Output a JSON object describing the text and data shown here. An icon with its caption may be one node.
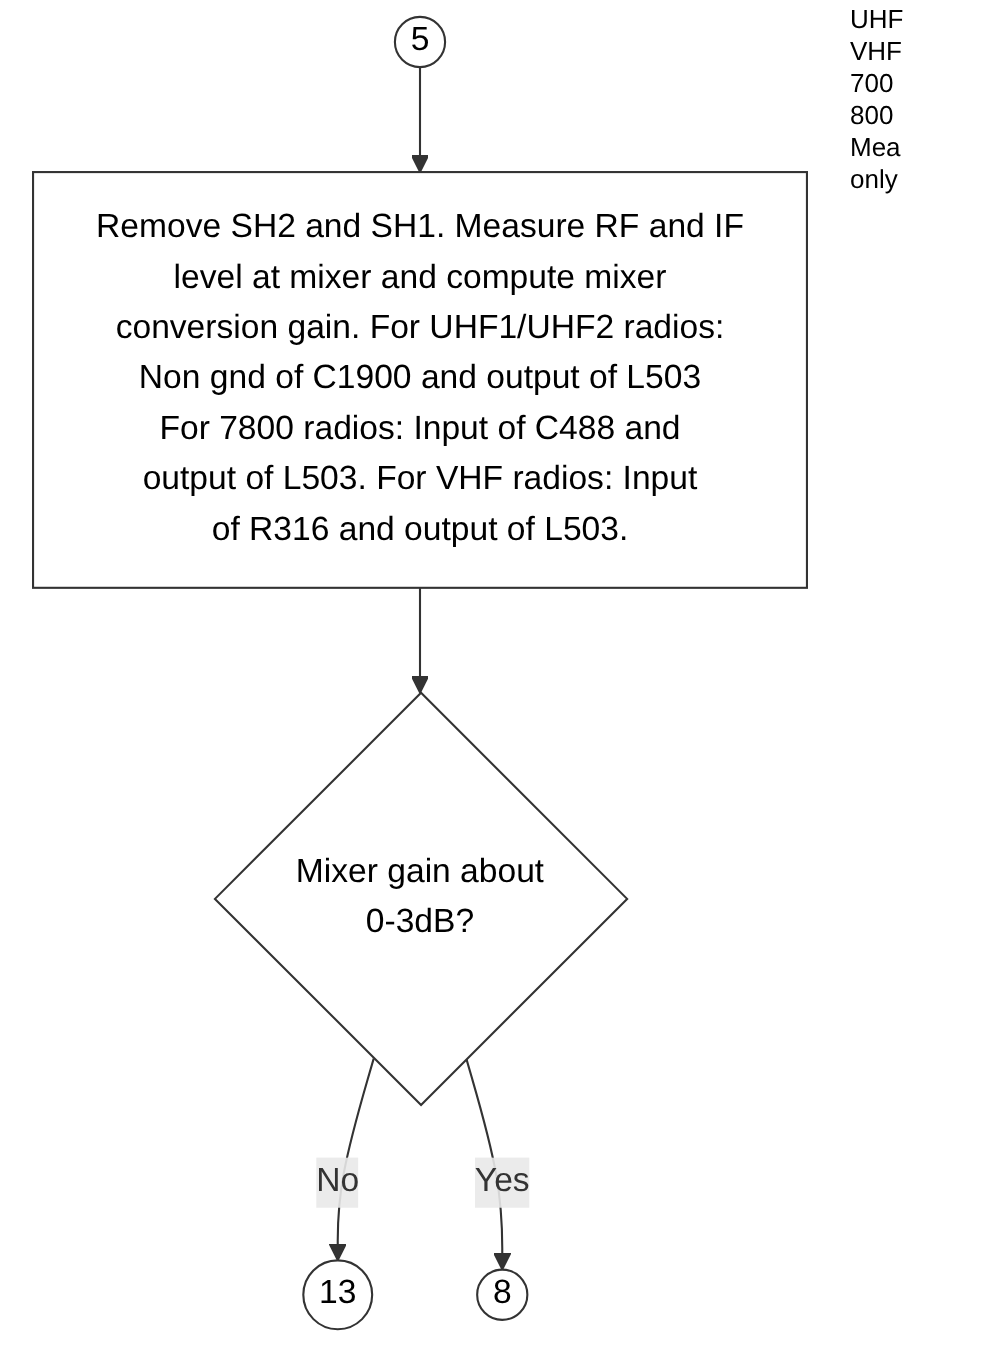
{
  "diagram": {
    "nodes": [
      {
        "text": [
          "5"
        ]
      },
      {
        "text": [
          "Remove SH2 and SH1. Measure RF and IF level at mixer and compute mixer conversion gain. For UHF1/UHF2 radios: Non gnd of C1900 and output of L503 For 7800 radios: Input of C488 and output of L503. For VHF radios: Input of R316 and output of L503."
        ]
      },
      {
        "text": [
          "Mixer gain about 0-3dB?"
        ]
      },
      {
        "text": [
          "13"
        ]
      },
      {
        "text": [
          "8"
        ]
      }
    ],
    "edges": [
      {
        "from": 0,
        "to": 1,
        "arrow": "to"
      },
      {
        "from": 1,
        "to": 2,
        "arrow": "to"
      },
      {
        "from": 2,
        "to": 3,
        "arrow": "to",
        "label": "No"
      },
      {
        "from": 2,
        "to": 4,
        "arrow": "to",
        "label": "Yes"
      }
    ],
    "labels": [
      "UHF",
      "VHF",
      "700",
      "800",
      "Mea",
      "only"
    ]
  }
}
